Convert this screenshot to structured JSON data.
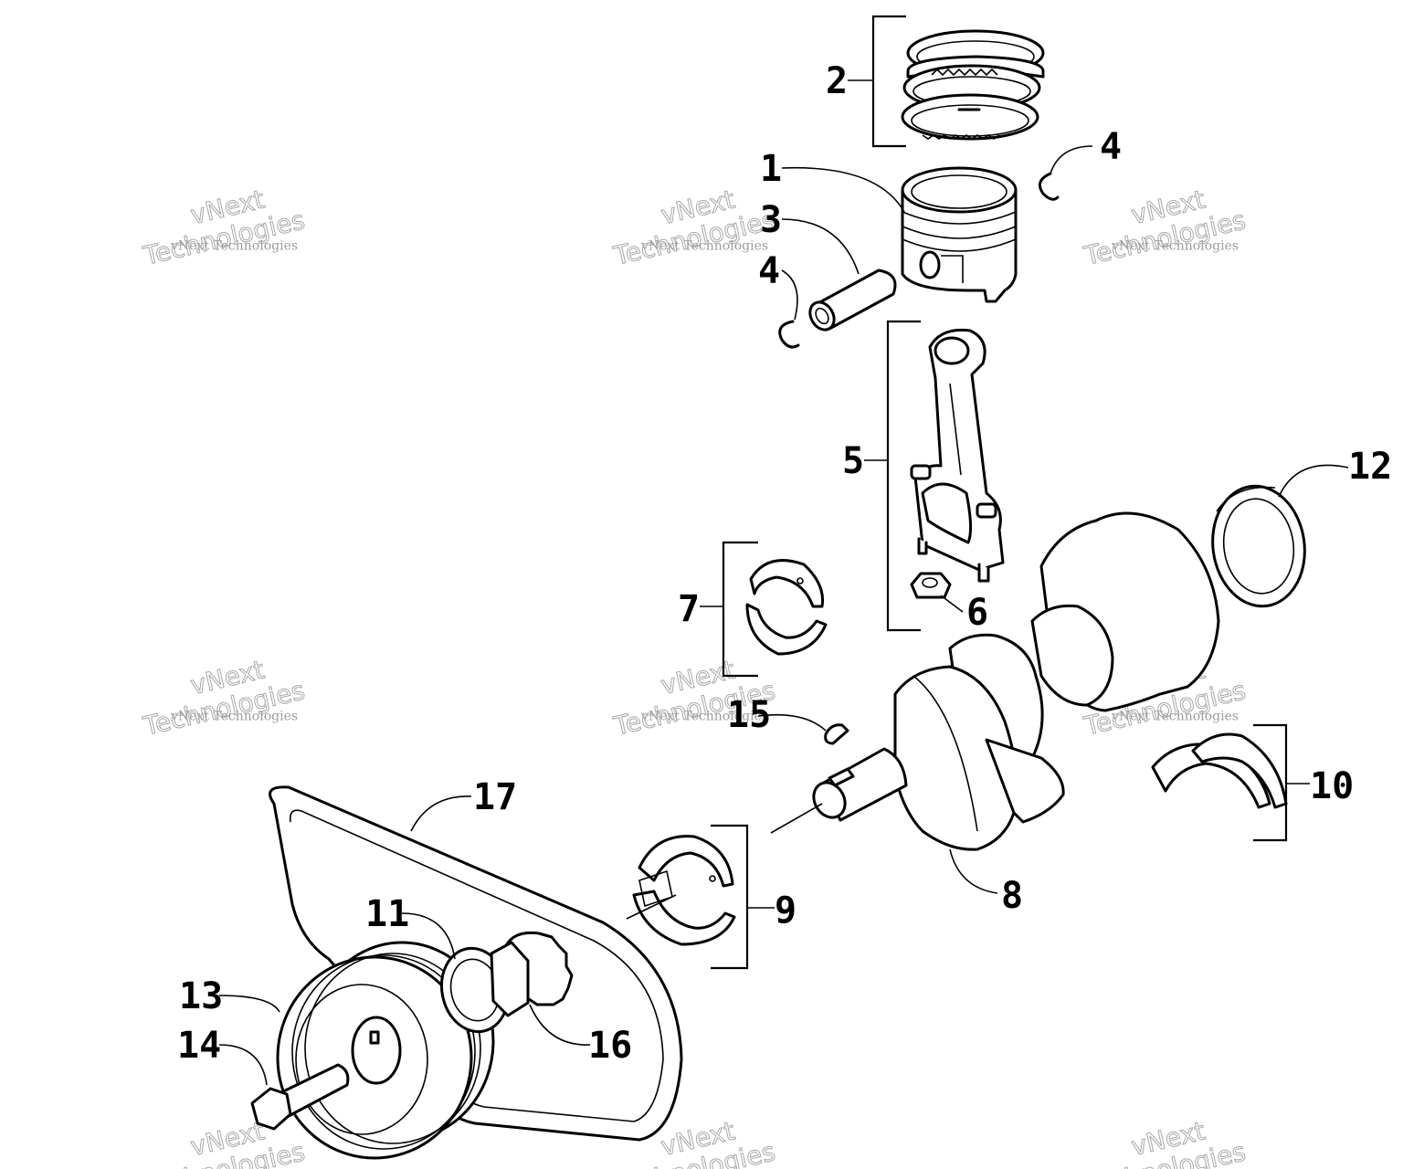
{
  "watermark": {
    "line1": "vNext",
    "line2": "vNext Technologies",
    "line3": "Technologies"
  },
  "callouts": {
    "c1": "1",
    "c2": "2",
    "c3": "3",
    "c4a": "4",
    "c4b": "4",
    "c5": "5",
    "c6": "6",
    "c7": "7",
    "c8": "8",
    "c9": "9",
    "c10": "10",
    "c11": "11",
    "c12": "12",
    "c13": "13",
    "c14": "14",
    "c15": "15",
    "c16": "16",
    "c17": "17"
  },
  "parts": {
    "p1": "piston",
    "p2": "piston-ring-set",
    "p3": "piston-pin",
    "p4": "circlip",
    "p5": "connecting-rod",
    "p6": "nut",
    "p7": "rod-bearing",
    "p8": "crankshaft",
    "p9": "main-bearing",
    "p10": "thrust-washer",
    "p11": "oil-seal",
    "p12": "oil-seal",
    "p13": "pulley",
    "p14": "bolt",
    "p15": "woodruff-key",
    "p16": "timing-gear",
    "p17": "belt"
  }
}
